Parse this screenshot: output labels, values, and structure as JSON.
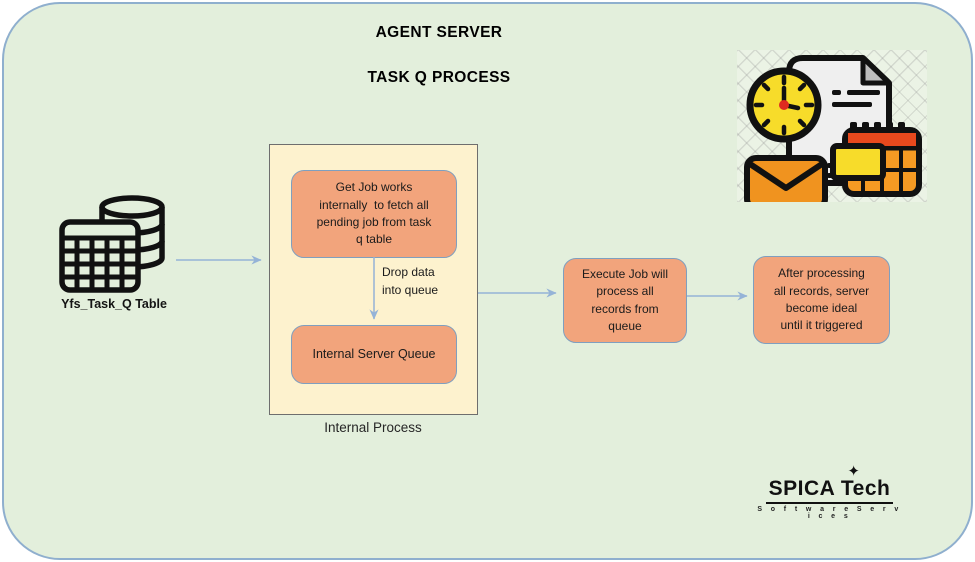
{
  "header": {
    "title_line1": "AGENT SERVER",
    "title_line2": "TASK Q PROCESS"
  },
  "source": {
    "label": "Yfs_Task_Q Table",
    "icon": "database-table-icon"
  },
  "internal_process": {
    "caption": "Internal Process",
    "get_job_text": "Get Job works\ninternally  to fetch all\npending job from task\nq table",
    "drop_label": "Drop data\ninto queue",
    "queue_text": "Internal Server Queue"
  },
  "execute_box_text": "Execute Job will\nprocess all\nrecords from\nqueue",
  "idle_box_text": "After processing\nall records, server\nbecome ideal\nuntil it triggered",
  "logo": {
    "brand": "SPICA Tech",
    "star": "✦",
    "tagline": "S o f t w a r e   S e r v i c e s",
    "star_icon": "sparkle-star-icon"
  },
  "decor": {
    "scheduler_icon": "clock-calendar-mail-document-icon"
  },
  "colors": {
    "canvas_bg": "#E3EFDC",
    "canvas_border": "#8FAFCE",
    "container_bg": "#FDF2CE",
    "container_border": "#6E6E6E",
    "node_fill": "#F2A47C",
    "node_border": "#7F9FBF",
    "arrow": "#95B3D7"
  }
}
